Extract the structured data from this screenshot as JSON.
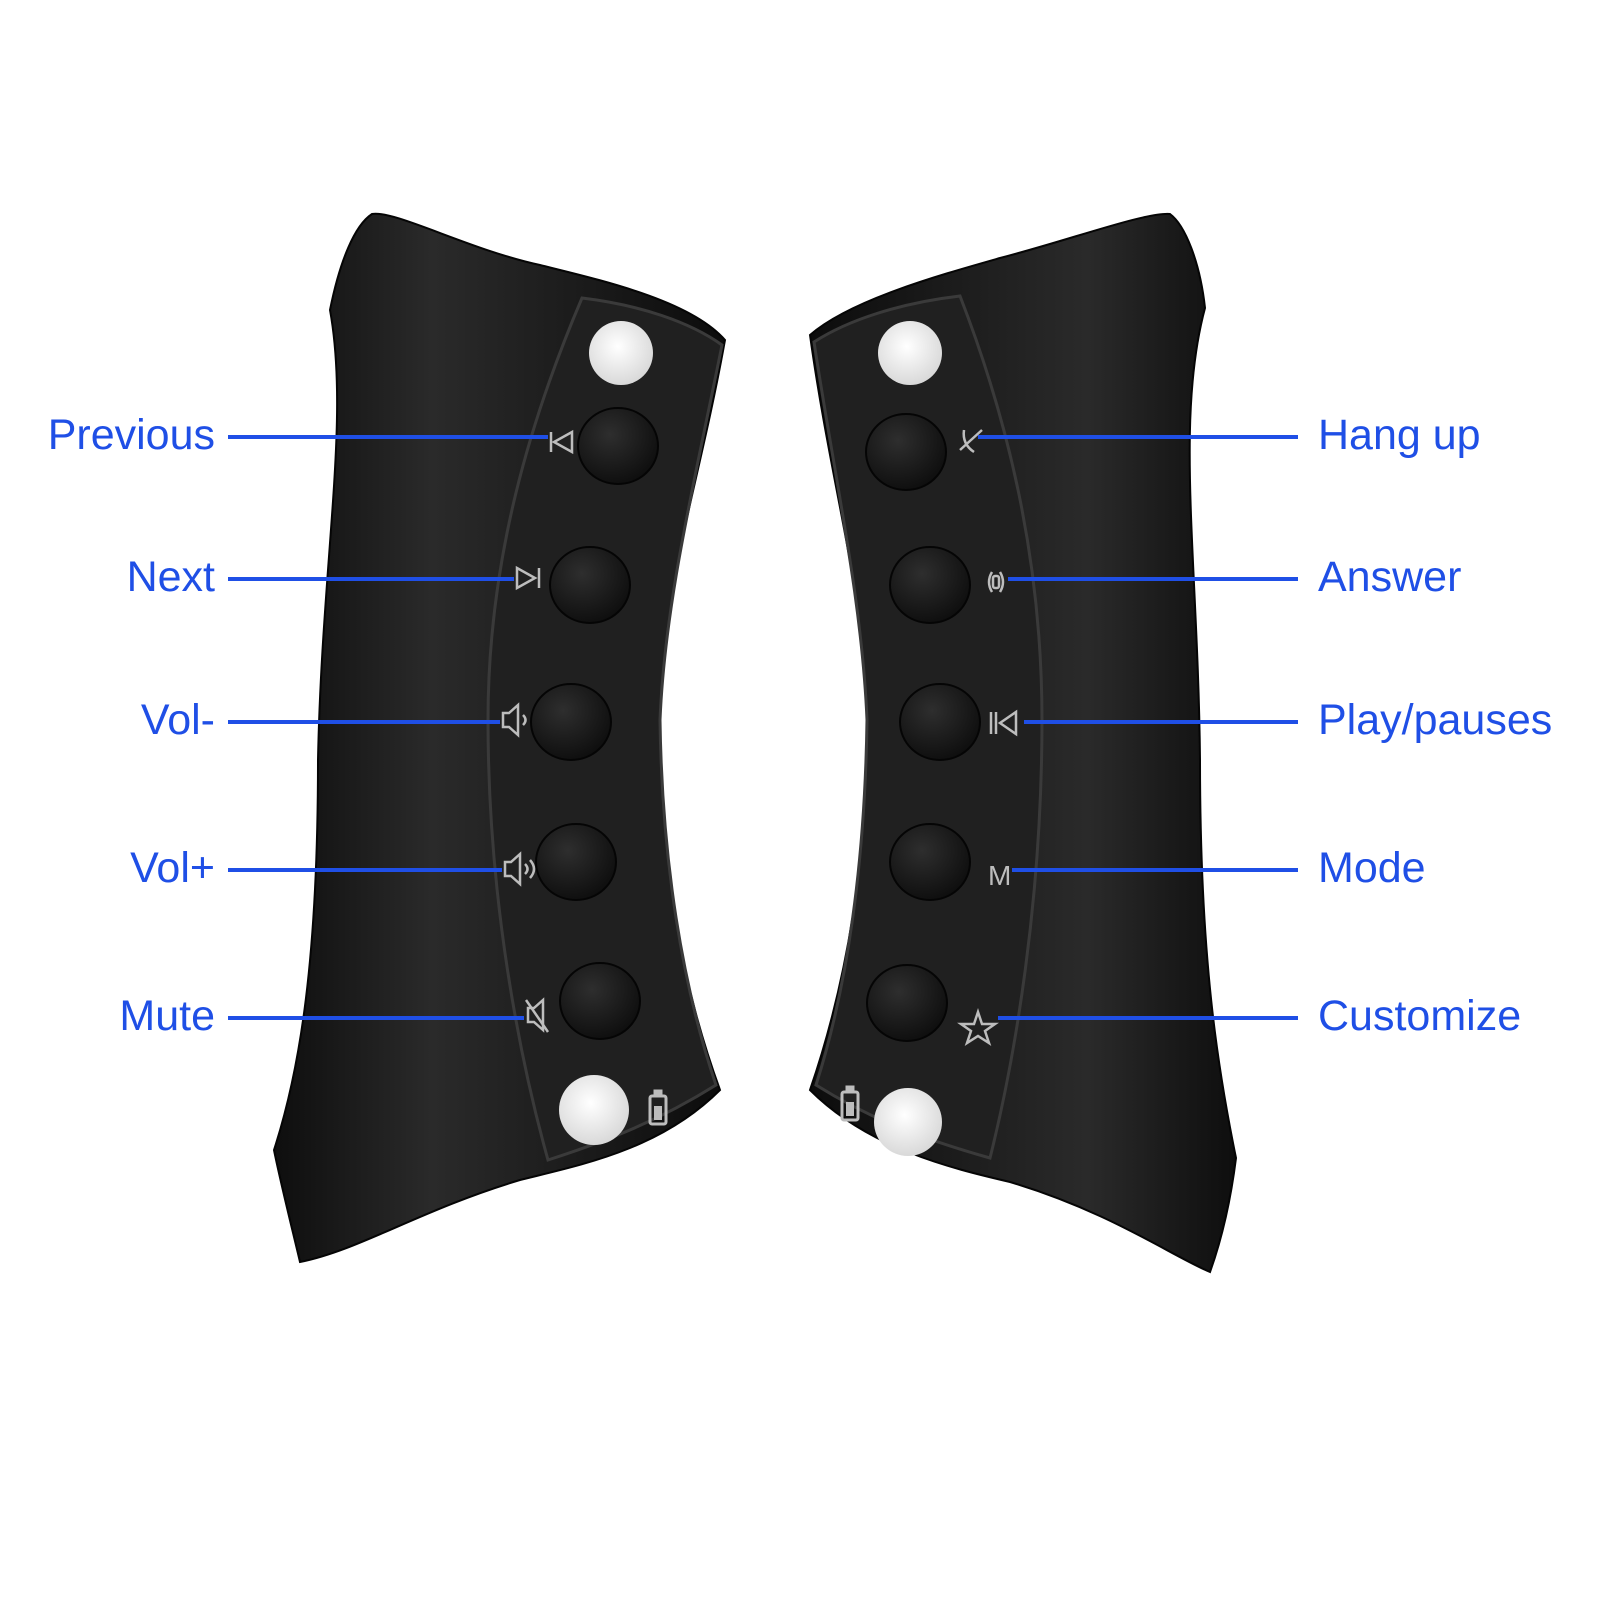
{
  "colors": {
    "callout": "#1f4fe6",
    "body": "#1b1b1b",
    "button": "#161616",
    "icon": "#bdbdbd",
    "led": "#f4f4f4"
  },
  "left_controller": {
    "buttons": [
      {
        "label": "Previous",
        "icon": "previous-icon"
      },
      {
        "label": "Next",
        "icon": "next-icon"
      },
      {
        "label": "Vol-",
        "icon": "volume-down-icon"
      },
      {
        "label": "Vol+",
        "icon": "volume-up-icon"
      },
      {
        "label": "Mute",
        "icon": "mute-icon"
      }
    ],
    "indicators": [
      "led-top",
      "led-bottom",
      "battery-icon"
    ]
  },
  "right_controller": {
    "buttons": [
      {
        "label": "Hang up",
        "icon": "hang-up-icon"
      },
      {
        "label": "Answer",
        "icon": "answer-icon"
      },
      {
        "label": "Play/pauses",
        "icon": "play-pause-icon"
      },
      {
        "label": "Mode",
        "icon": "mode-icon",
        "glyph": "M"
      },
      {
        "label": "Customize",
        "icon": "star-icon"
      }
    ],
    "indicators": [
      "led-top",
      "led-bottom",
      "battery-icon"
    ]
  }
}
